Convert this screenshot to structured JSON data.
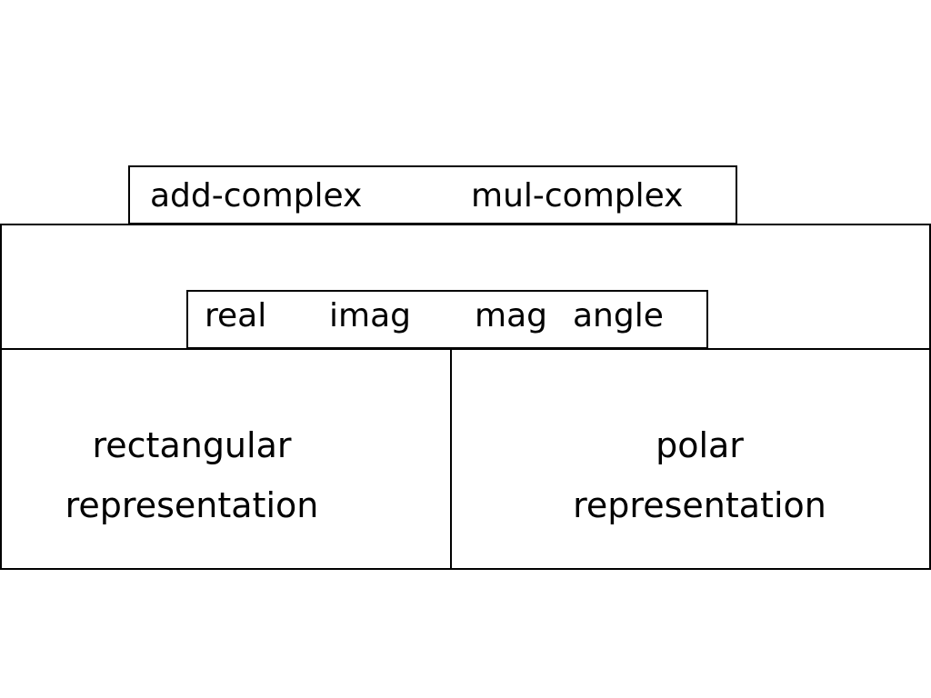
{
  "operations": {
    "add_label": "add-complex",
    "mul_label": "mul-complex"
  },
  "selectors": {
    "real": "real",
    "imag": "imag",
    "mag": "mag",
    "angle": "angle"
  },
  "representations": {
    "rectangular": {
      "line1": "rectangular",
      "line2": "representation"
    },
    "polar": {
      "line1": "polar",
      "line2": "representation"
    }
  }
}
